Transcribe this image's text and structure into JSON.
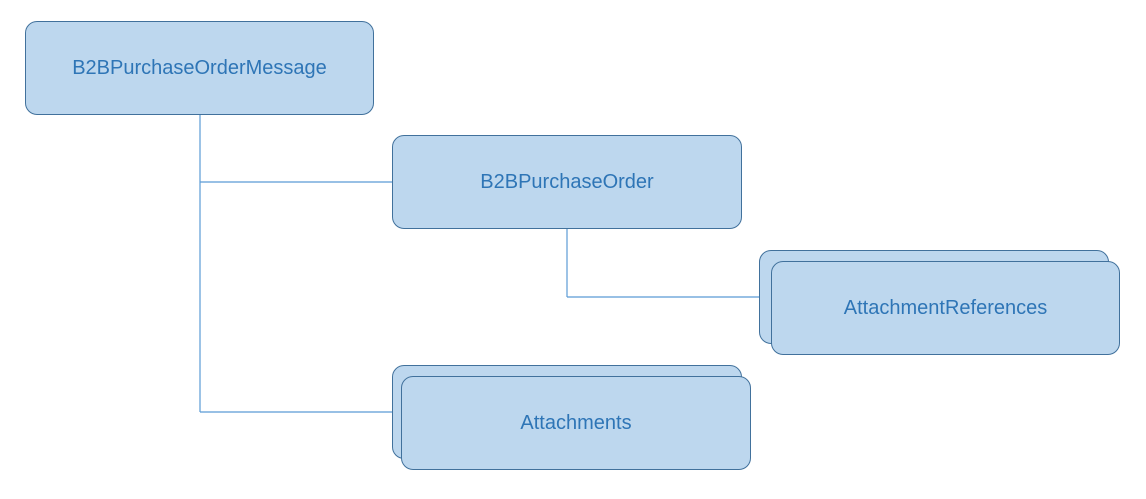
{
  "diagram": {
    "nodes": {
      "root": "B2BPurchaseOrderMessage",
      "purchase_order": "B2BPurchaseOrder",
      "attachment_references": "AttachmentReferences",
      "attachments": "Attachments"
    },
    "edges": [
      {
        "from": "B2BPurchaseOrderMessage",
        "to": "B2BPurchaseOrder"
      },
      {
        "from": "B2BPurchaseOrderMessage",
        "to": "Attachments"
      },
      {
        "from": "B2BPurchaseOrder",
        "to": "AttachmentReferences"
      }
    ],
    "colors": {
      "fill": "#bdd7ee",
      "border": "#41719c",
      "text": "#2e75b6",
      "connector": "#5b9bd5"
    }
  }
}
